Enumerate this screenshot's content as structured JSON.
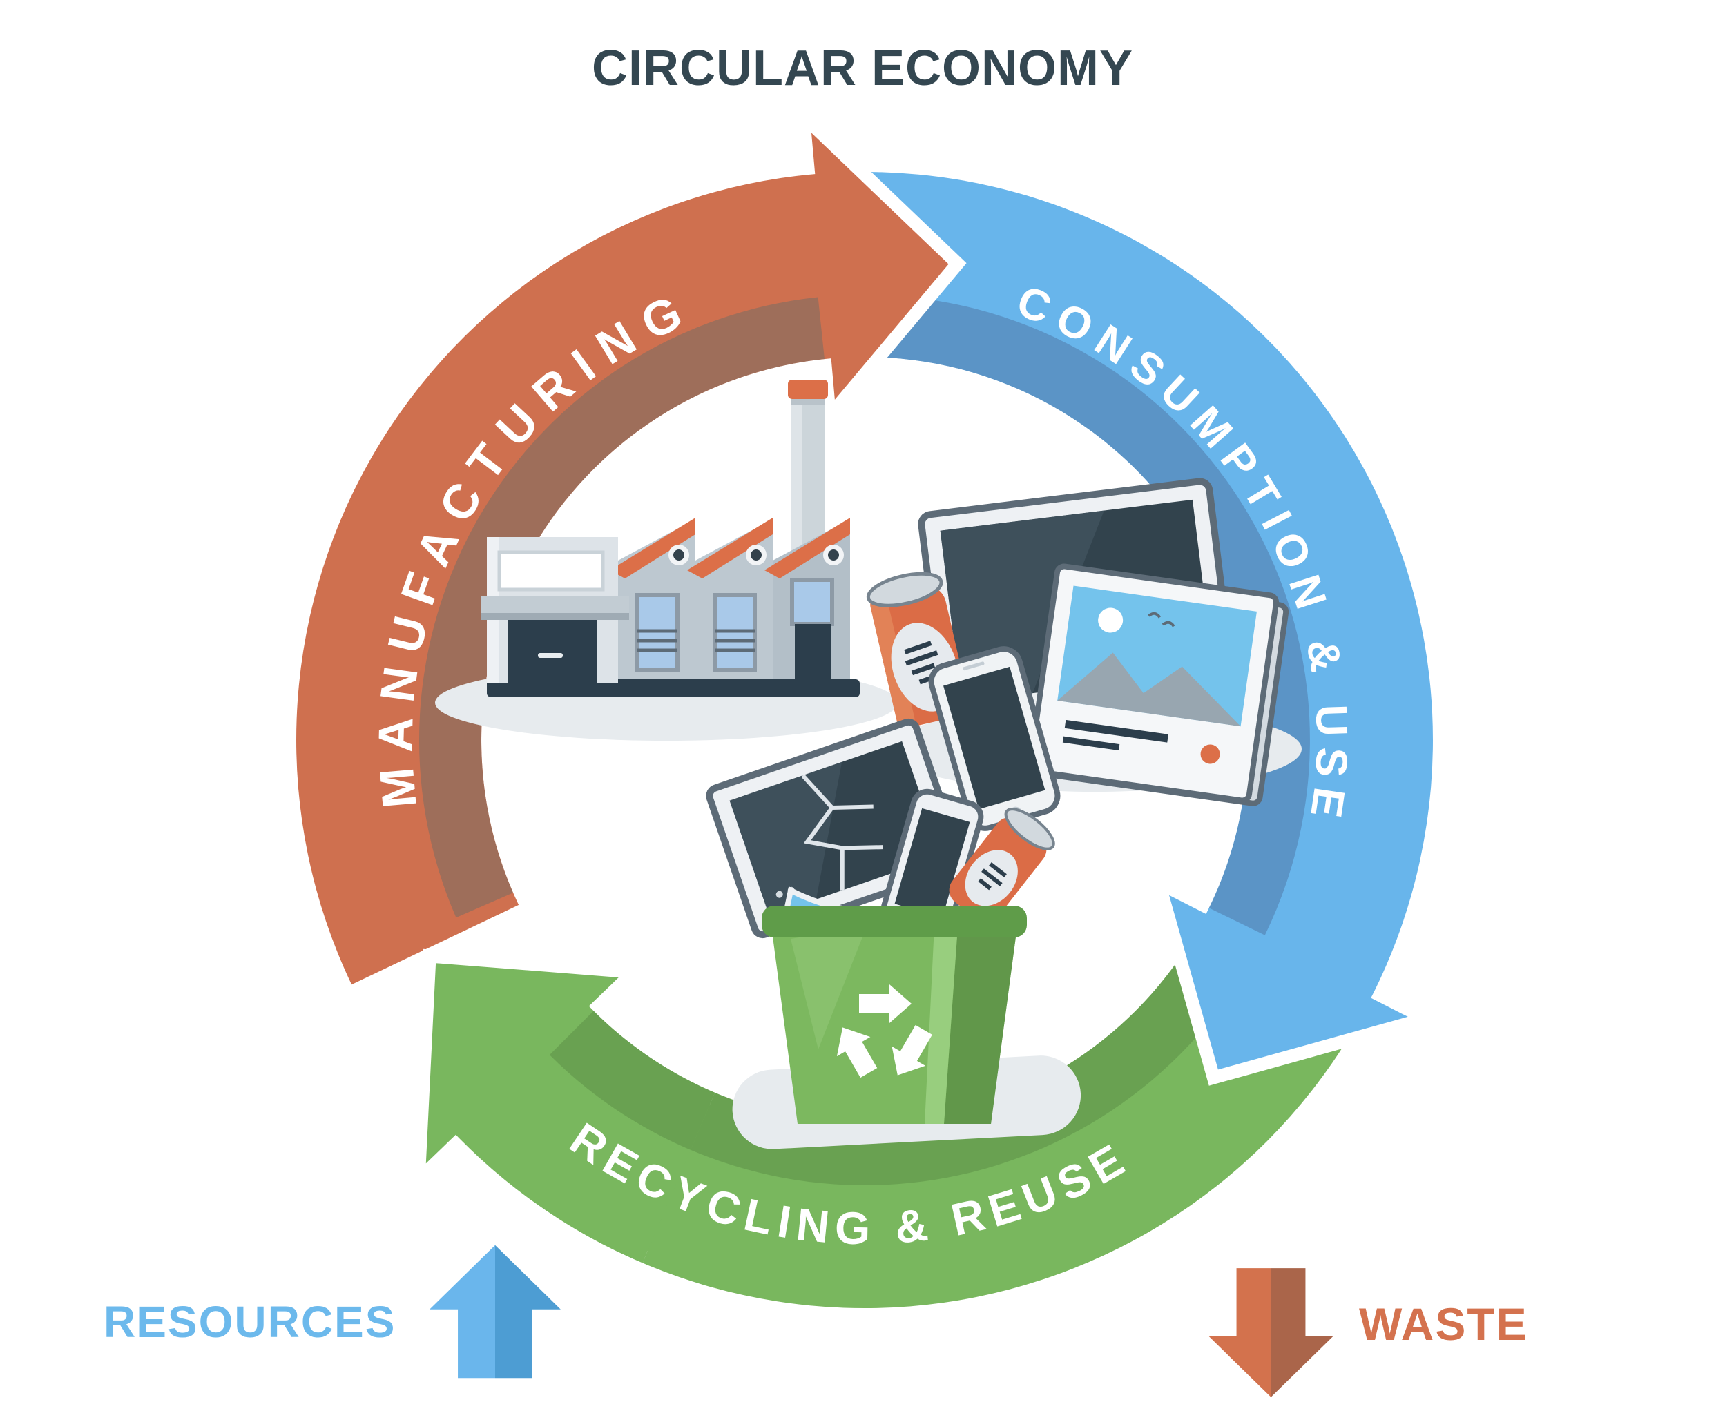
{
  "title": {
    "text": "CIRCULAR ECONOMY",
    "color": "#344751"
  },
  "cycle": {
    "stages": [
      {
        "id": "manufacturing",
        "label": "MANUFACTURING",
        "color": "#cf704f",
        "shade": "#9e6e5a",
        "icon": "factory-icon"
      },
      {
        "id": "consumption-use",
        "label": "CONSUMPTION & USE",
        "color": "#68b5eb",
        "shade": "#5b94c6",
        "icon": "electronics-icon"
      },
      {
        "id": "recycling-reuse",
        "label": "RECYCLING & REUSE",
        "color": "#79b75e",
        "shade": "#69a151",
        "icon": "recycling-bin-icon"
      }
    ]
  },
  "legend": {
    "resources": {
      "label": "RESOURCES",
      "direction": "up",
      "text_color": "#6cb9ec",
      "arrow_light": "#6ab6ec",
      "arrow_dark": "#4d9dd3"
    },
    "waste": {
      "label": "WASTE",
      "direction": "down",
      "text_color": "#d4724e",
      "arrow_light": "#d3724d",
      "arrow_dark": "#aa654a"
    }
  }
}
